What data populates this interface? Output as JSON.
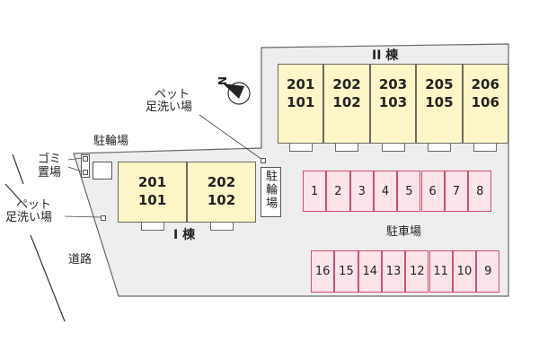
{
  "buildings": {
    "building_1": {
      "label": "I 棟",
      "units": [
        {
          "top": "201",
          "bottom": "101"
        },
        {
          "top": "202",
          "bottom": "102"
        }
      ]
    },
    "building_2": {
      "label": "II 棟",
      "units": [
        {
          "top": "201",
          "bottom": "101"
        },
        {
          "top": "202",
          "bottom": "102"
        },
        {
          "top": "203",
          "bottom": "103"
        },
        {
          "top": "205",
          "bottom": "105"
        },
        {
          "top": "206",
          "bottom": "106"
        }
      ]
    }
  },
  "parking": {
    "label": "駐車場",
    "top_row": [
      "1",
      "2",
      "3",
      "4",
      "5",
      "6",
      "7",
      "8"
    ],
    "bottom_row": [
      "16",
      "15",
      "14",
      "13",
      "12",
      "11",
      "10",
      "9"
    ]
  },
  "facilities": {
    "bicycle_parking_left": "駐輪場",
    "bicycle_parking_right": "駐輪場",
    "garbage_line1": "ゴミ",
    "garbage_line2": "置場",
    "pet_wash_top_line1": "ペット",
    "pet_wash_top_line2": "足洗い場",
    "pet_wash_left_line1": "ペット",
    "pet_wash_left_line2": "足洗い場"
  },
  "road_label": "道路",
  "compass_label": "N"
}
